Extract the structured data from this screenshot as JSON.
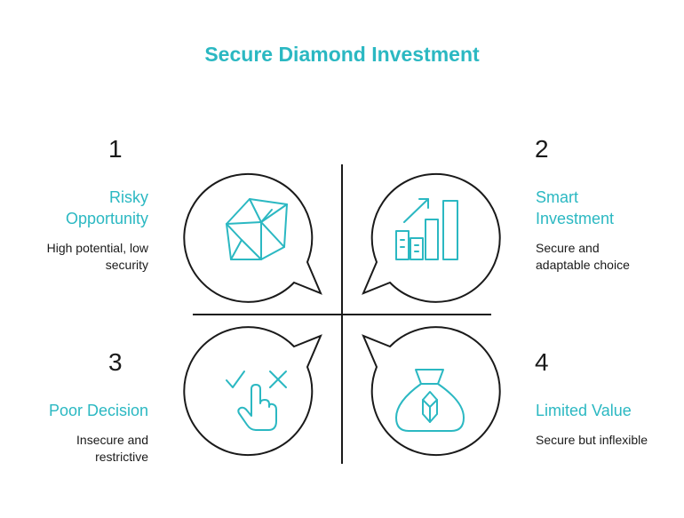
{
  "title": "Secure Diamond Investment",
  "colors": {
    "accent": "#2bb8c2",
    "ink": "#1a1a1a"
  },
  "quadrants": [
    {
      "number": "1",
      "title_lines": [
        "Risky",
        "Opportunity"
      ],
      "desc_lines": [
        "High potential, low",
        "security"
      ],
      "icon": "diamond-icon"
    },
    {
      "number": "2",
      "title_lines": [
        "Smart",
        "Investment"
      ],
      "desc_lines": [
        "Secure and",
        "adaptable choice"
      ],
      "icon": "growth-chart-icon"
    },
    {
      "number": "3",
      "title_lines": [
        "Poor Decision"
      ],
      "desc_lines": [
        "Insecure and",
        "restrictive"
      ],
      "icon": "hand-check-cross-icon"
    },
    {
      "number": "4",
      "title_lines": [
        "Limited Value"
      ],
      "desc_lines": [
        "Secure but inflexible"
      ],
      "icon": "money-bag-gem-icon"
    }
  ]
}
